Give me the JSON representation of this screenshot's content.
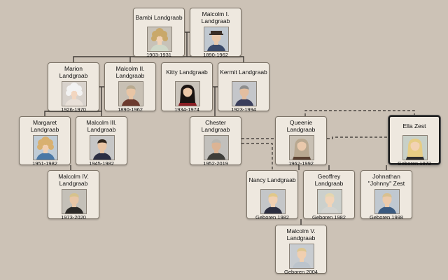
{
  "people": [
    {
      "id": "bambi",
      "name": "Bambi Landgraab",
      "dates": "1903-1931",
      "hair": "#c9a86a",
      "hair_style": "curly",
      "skin": "#f1d2b6",
      "shirt": "#cfd8c8",
      "bg": "#c8c2b8"
    },
    {
      "id": "malcolm1",
      "name": "Malcolm I. Landgraab",
      "dates": "1890-1962",
      "hair": "#e2e2de",
      "hair_style": "short",
      "skin": "#e9c9ac",
      "shirt": "#3a4a6a",
      "bg": "#c0c8d0",
      "hat": true
    },
    {
      "id": "marion",
      "name": "Marion Landgraab",
      "dates": "1926-1970",
      "hair": "#f2f2f2",
      "hair_style": "curly",
      "skin": "#f2d6c0",
      "shirt": "#e8e0d8",
      "bg": "#d8d2cc"
    },
    {
      "id": "malcolm2",
      "name": "Malcolm II. Landgraab",
      "dates": "1890-1962",
      "hair": "#b8aa90",
      "hair_style": "short",
      "skin": "#e8c5a5",
      "shirt": "#6b3a2e",
      "bg": "#c8c0b4"
    },
    {
      "id": "kitty",
      "name": "Kitty Landgraab",
      "dates": "1934-1974",
      "hair": "#1a1412",
      "hair_style": "long",
      "skin": "#ecc8a8",
      "shirt": "#8a1e24",
      "bg": "#c9c3ba"
    },
    {
      "id": "kermit",
      "name": "Kermit Landgraab",
      "dates": "1923-1994",
      "hair": "#8d8d8d",
      "hair_style": "short",
      "skin": "#e2bea0",
      "shirt": "#3a3e5c",
      "bg": "#c4c6ca"
    },
    {
      "id": "margaret",
      "name": "Margaret Landgraab",
      "dates": "1951-1982",
      "hair": "#d8b070",
      "hair_style": "curly",
      "skin": "#f0cfb2",
      "shirt": "#4a78a6",
      "bg": "#c0ccd6"
    },
    {
      "id": "malcolm3",
      "name": "Malcolm III. Landgraab",
      "dates": "1945-1982",
      "hair": "#2e241c",
      "hair_style": "short",
      "skin": "#e8c4a4",
      "shirt": "#2a2e44",
      "bg": "#c6c6c6"
    },
    {
      "id": "chester",
      "name": "Chester Landgraab",
      "dates": "1952-2019",
      "hair": "#b8b6b0",
      "hair_style": "short",
      "skin": "#dcb494",
      "shirt": "#3e3e3a",
      "bg": "#c2c0bc"
    },
    {
      "id": "queenie",
      "name": "Queenie Landgraab",
      "dates": "1962-1992",
      "hair": "#b8a890",
      "hair_style": "long",
      "skin": "#eac9ac",
      "shirt": "#5a4030",
      "bg": "#c8c0b4"
    },
    {
      "id": "ella",
      "name": "Ella Zest",
      "dates": "Geboren 1972",
      "hair": "#e6cc84",
      "hair_style": "long",
      "skin": "#f2d2b4",
      "shirt": "#2c2c2c",
      "bg": "#c8d0c8"
    },
    {
      "id": "malcolm4",
      "name": "Malcolm IV. Landgraab",
      "dates": "1973-2020",
      "hair": "#d6c28c",
      "hair_style": "short",
      "skin": "#e8c6a6",
      "shirt": "#2c2a28",
      "bg": "#c4c0b8"
    },
    {
      "id": "nancy",
      "name": "Nancy Landgraab",
      "dates": "Geboren 1982",
      "hair": "#e0c88a",
      "hair_style": "short",
      "skin": "#f0d0b2",
      "shirt": "#2c2e40",
      "bg": "#c4c6c8"
    },
    {
      "id": "geoffrey",
      "name": "Geoffrey Landgraab",
      "dates": "Geboren 1982",
      "hair": "#e4d6b0",
      "hair_style": "short",
      "skin": "#f2d4b8",
      "shirt": "#d4d4d0",
      "bg": "#ccd0cc"
    },
    {
      "id": "johnathan",
      "name": "Johnathan \"Johnny\" Zest",
      "dates": "Geboren 1998",
      "hair": "#d8c090",
      "hair_style": "short",
      "skin": "#eccaaa",
      "shirt": "#3a5a80",
      "bg": "#c0c8d0"
    },
    {
      "id": "malcolm5",
      "name": "Malcolm V. Landgraab",
      "dates": "Geboren 2004",
      "hair": "#ddc690",
      "hair_style": "short",
      "skin": "#f0cfb0",
      "shirt": "#bcc4cc",
      "bg": "#c8ccd0"
    }
  ]
}
